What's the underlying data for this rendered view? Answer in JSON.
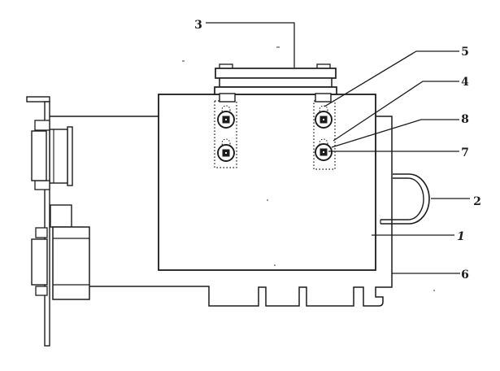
{
  "figure": {
    "background_color": "#ffffff",
    "ink_color": "#1c1c1c",
    "description": "Patent-style side elevation line drawing of an expansion card: slot bracket with two connectors, main module body, heat-sink block with four fasteners in dotted columns, U-shaped heat pipe and edge-connector fingers"
  },
  "callouts": [
    {
      "text": "3",
      "target": "heatsink-block"
    },
    {
      "text": "5",
      "target": "standoff-foot"
    },
    {
      "text": "4",
      "target": "fastener-column"
    },
    {
      "text": "8",
      "target": "washer"
    },
    {
      "text": "7",
      "target": "screw"
    },
    {
      "text": "2",
      "target": "heat-pipe"
    },
    {
      "text": "1",
      "target": "module-body"
    },
    {
      "text": "6",
      "target": "card-edge"
    }
  ]
}
